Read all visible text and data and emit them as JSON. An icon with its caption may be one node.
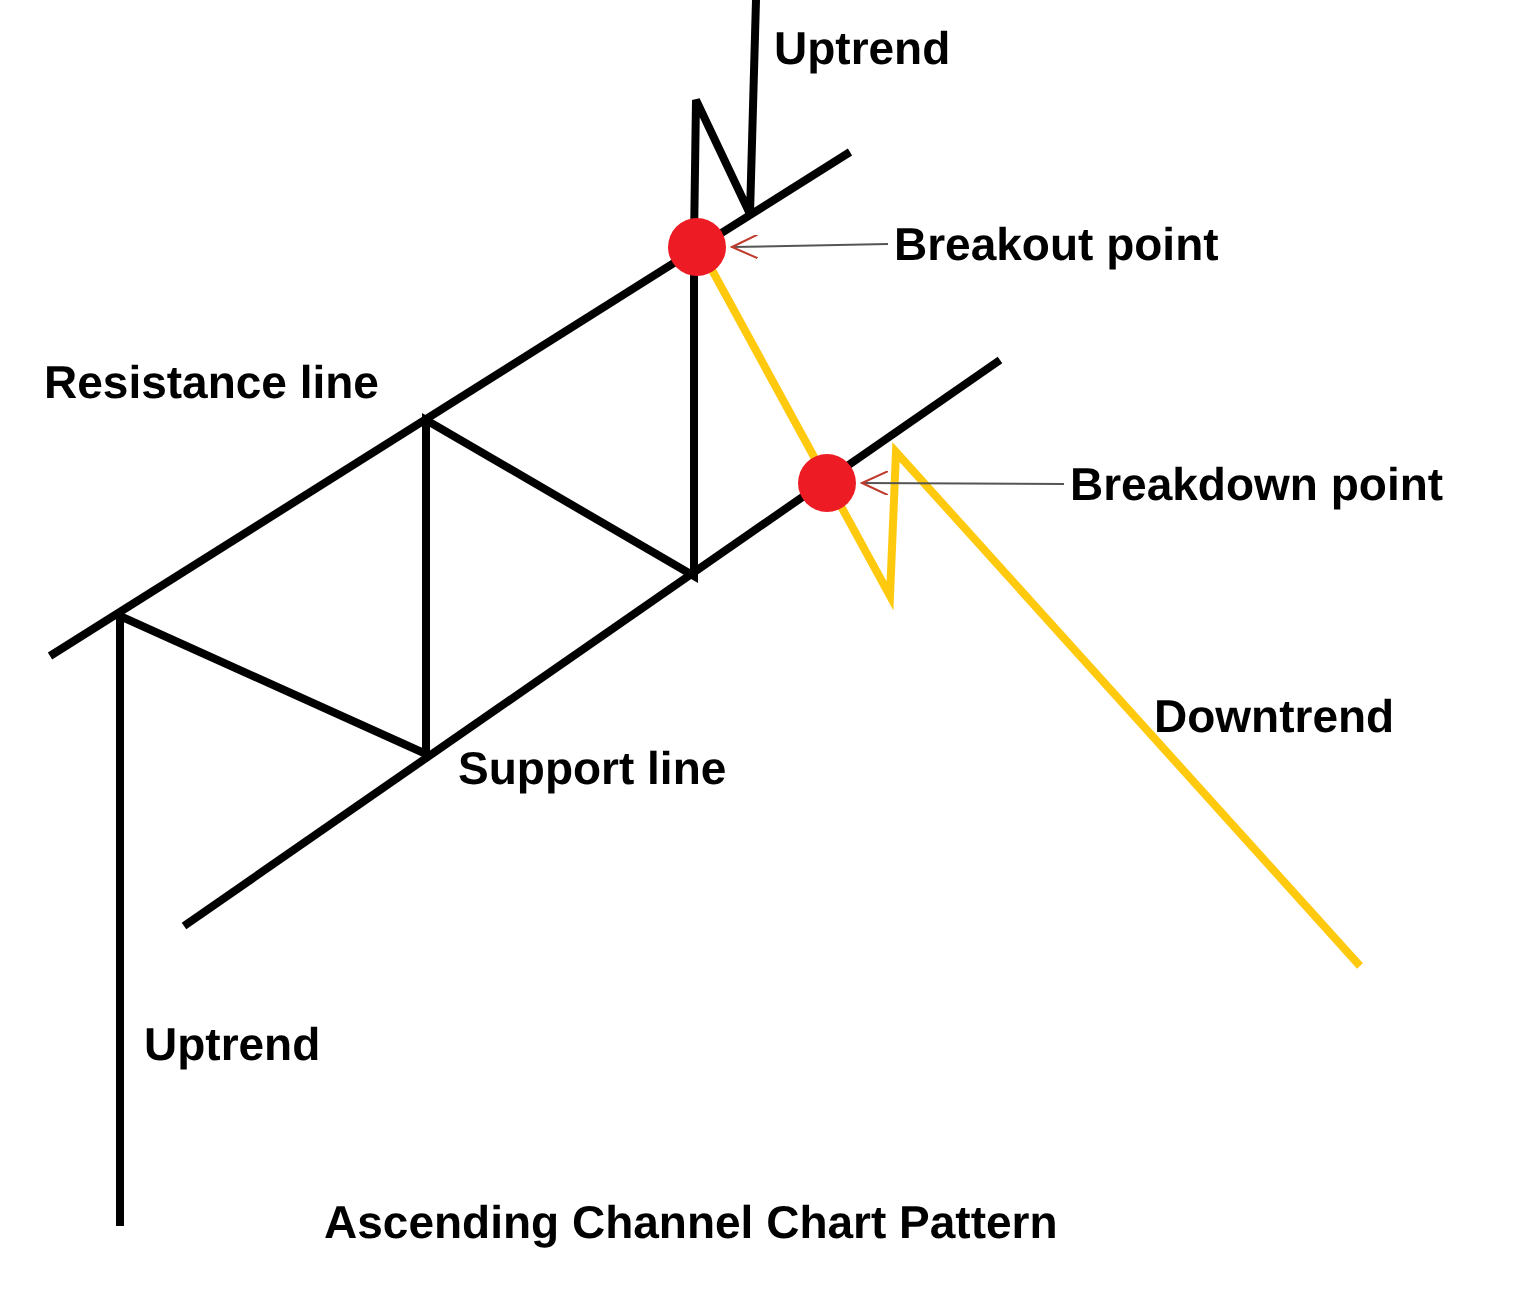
{
  "diagram": {
    "caption": "Ascending Channel Chart Pattern",
    "nodes": [
      {
        "text": [
          "Breakout point"
        ]
      },
      {
        "text": [],
        "shape": "circle"
      },
      {
        "text": [
          "Breakdown point"
        ]
      },
      {
        "text": [],
        "shape": "circle"
      }
    ],
    "edges": [
      {
        "from": 0,
        "to": 1,
        "arrow": "to"
      },
      {
        "from": 2,
        "to": 3,
        "arrow": "to"
      }
    ],
    "labels": [
      "Uptrend",
      "Resistance line",
      "Support line",
      "Uptrend",
      "Downtrend"
    ]
  }
}
